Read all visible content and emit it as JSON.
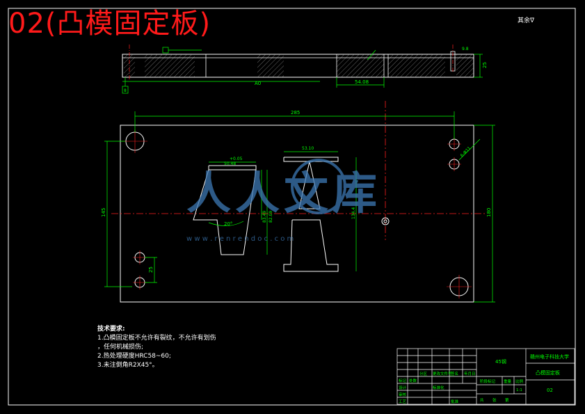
{
  "title": "02(凸模固定板)",
  "roughness_note": "其余",
  "dimensions": {
    "overall_width": "285",
    "overall_height": "180",
    "hole_spacing": "145",
    "small_offset": "25",
    "thickness": "25",
    "side_view_mid": "A0",
    "side_view_right": "54.08",
    "punch_top_width": "50.48",
    "punch_tol": "+0.05",
    "punch_angle": "20°",
    "punch_height_1": "83.49",
    "punch_height_2": "82.09",
    "right_top_width": "53.10",
    "right_height": "134.4",
    "hole_note": "6-Φ11",
    "small_dim": "8",
    "cb_dim": "9.8"
  },
  "watermark": {
    "main": "人人文库",
    "url": "w w w . r e n r e n d o c . c o m"
  },
  "technical_requirements": {
    "heading": "技术要求:",
    "items": [
      "1.凸模固定板不允许有裂纹，不允许有划伤",
      "，任何机械损伤;",
      "2.热处理硬度HRC58~60;",
      "3.未注倒角R2X45°。"
    ]
  },
  "title_block": {
    "school": "赣州电子科技大学",
    "part_name": "凸模固定板",
    "material": "45钢",
    "drawing_no": "02",
    "scale": "1:1",
    "labels": {
      "mark": "标记",
      "count": "处数",
      "zone": "分区",
      "change_no": "更改文件号",
      "sign": "签名",
      "date": "年月日",
      "design": "设计",
      "standardize": "标准化",
      "review": "审核",
      "process": "工艺",
      "approve": "批准",
      "stage_mark": "阶段标记",
      "weight": "重量",
      "ratio": "比例",
      "sheet_total": "共",
      "sheet": "张",
      "sheet_no": "第"
    }
  },
  "colors": {
    "background": "#000000",
    "outline": "#ffffff",
    "dimension": "#00ff00",
    "centerline": "#ff2020",
    "title": "#ff1a1a",
    "watermark": "#3c78b4"
  }
}
